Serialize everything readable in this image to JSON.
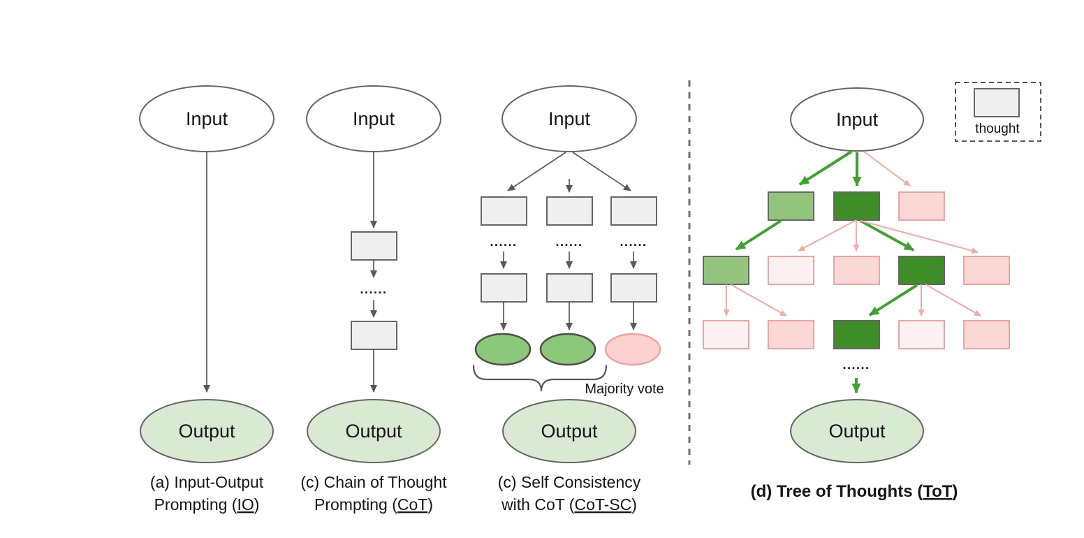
{
  "colors": {
    "output-fill": "#d9ead3",
    "node-fill": "#efefef",
    "stroke-gray": "#666666",
    "arrow-gray": "#595959",
    "divider": "#707070",
    "text-color": "#151515",
    "green-mid": "#93c47d",
    "green-dark": "#3f8d28",
    "pink-light": "#fbd7d5",
    "pink-faint": "#fdf2f1",
    "pink-stroke": "#f0a3a0",
    "green-arrow": "#3da32e",
    "pink-arrow": "#f6a9a5",
    "sc-green": "#8cc87a",
    "sc-pink": "#fcd2d0"
  },
  "nodes": {
    "input": "Input",
    "output": "Output",
    "dots": "......"
  },
  "legend": {
    "label": "thought"
  },
  "cot_sc": {
    "majority_vote": "Majority vote"
  },
  "captions": {
    "a": {
      "line1": "(a) Input-Output",
      "line2_pre": "Prompting (",
      "line2_u": "IO",
      "line2_post": ")"
    },
    "b": {
      "line1": "(c) Chain of Thought",
      "line2_pre": "Prompting (",
      "line2_u": "CoT",
      "line2_post": ")"
    },
    "c": {
      "line1": "(c) Self Consistency",
      "line2_pre": "with CoT (",
      "line2_u": "CoT-SC",
      "line2_post": ")"
    },
    "d": {
      "pre": "(d) Tree of Thoughts (",
      "u": "ToT",
      "post": ")"
    }
  }
}
